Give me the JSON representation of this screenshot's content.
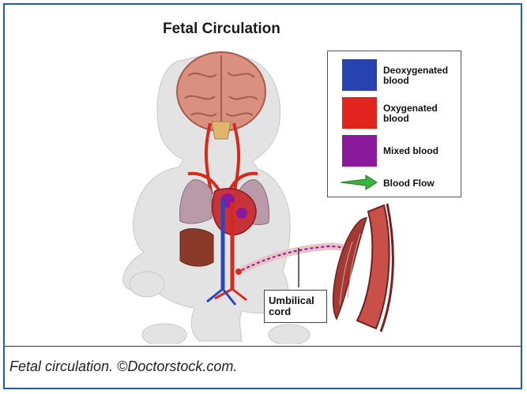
{
  "title": "Fetal Circulation",
  "legend": {
    "items": [
      {
        "label": "Deoxygenated blood",
        "color": "#2743b0"
      },
      {
        "label": "Oxygenated blood",
        "color": "#e2241e"
      },
      {
        "label": "Mixed blood",
        "color": "#8a1a9b"
      }
    ],
    "flow_label": "Blood Flow",
    "flow_color": "#3cb43c"
  },
  "callout": {
    "label": "Umbilical cord"
  },
  "caption": "Fetal circulation. ©Doctorstock.com.",
  "colors": {
    "border": "#1f5fa8",
    "skin": "#dedede",
    "brain": "#d99080",
    "artery": "#d62a1f",
    "vein": "#2b48b8",
    "lung": "#b89aa8",
    "liver": "#8b3a2a",
    "placenta": "#b8463a"
  }
}
